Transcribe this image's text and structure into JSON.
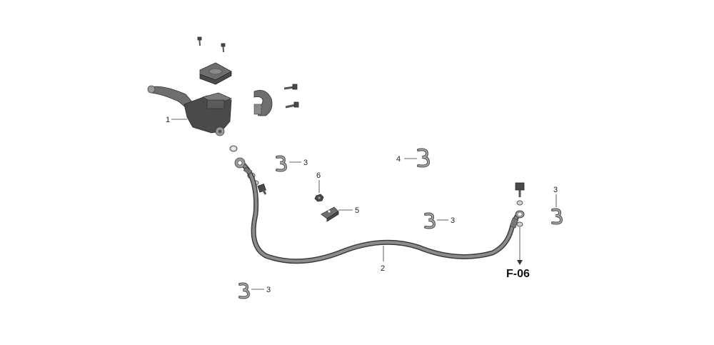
{
  "callouts": {
    "c1": "1",
    "c2": "2",
    "c3a": "3",
    "c3b": "3",
    "c3c": "3",
    "c3d": "3",
    "c4": "4",
    "c5": "5",
    "c6": "6"
  },
  "reference": {
    "label": "F-06"
  }
}
